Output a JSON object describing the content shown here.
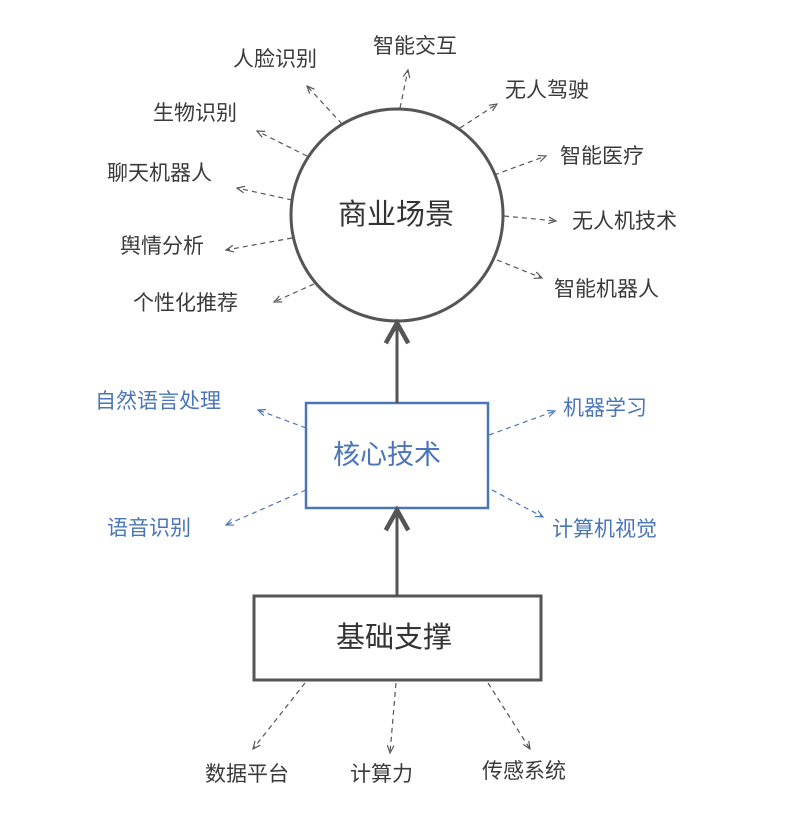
{
  "nodes": {
    "business": "商业场景",
    "core": "核心技术",
    "foundation": "基础支撑"
  },
  "business_scenes": [
    "人脸识别",
    "智能交互",
    "无人驾驶",
    "生物识别",
    "智能医疗",
    "聊天机器人",
    "无人机技术",
    "舆情分析",
    "智能机器人",
    "个性化推荐"
  ],
  "core_techs": [
    "自然语言处理",
    "机器学习",
    "语音识别",
    "计算机视觉"
  ],
  "foundations": [
    "数据平台",
    "计算力",
    "传感系统"
  ],
  "colors": {
    "dark": "#555555",
    "blue": "#4a76b8"
  }
}
